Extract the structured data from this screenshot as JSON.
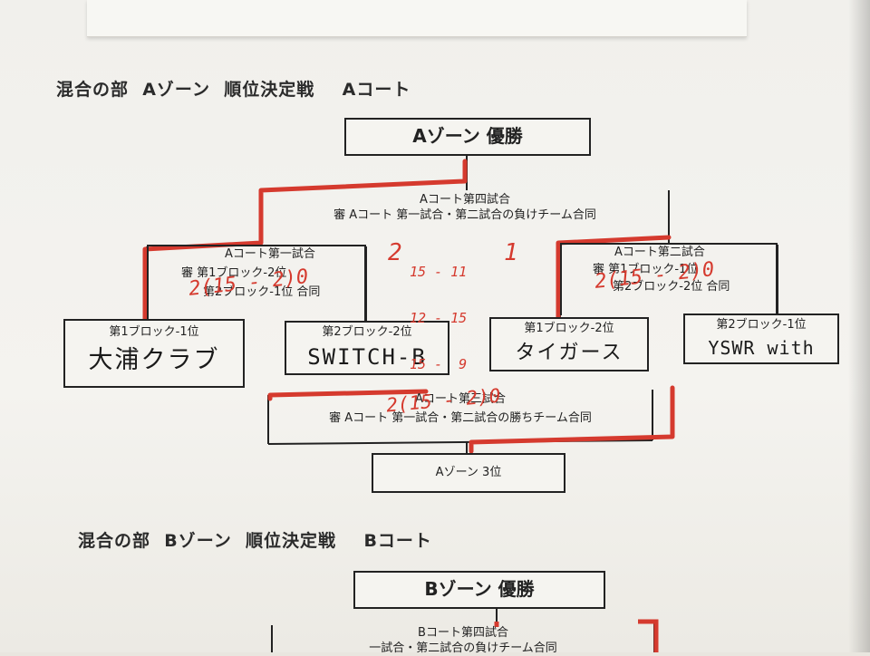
{
  "section_a": {
    "heading": "混合の部  Aゾーン  順位決定戦    Aコート",
    "champion": "Aゾーン  優勝",
    "match4": {
      "title": "Aコート第四試合",
      "referee": "審  Aコート 第一試合・第二試合の負けチーム合同"
    },
    "match1": {
      "title": "Aコート第一試合",
      "line1": "審 第1ブロック-2位",
      "line2": "第2ブロック-1位  合同"
    },
    "match2": {
      "title": "Aコート第二試合",
      "line1": "審 第1ブロック-1位",
      "line2": "第2ブロック-2位  合同"
    },
    "teams": [
      {
        "seed": "第1ブロック-1位",
        "name": "大浦クラブ"
      },
      {
        "seed": "第2ブロック-2位",
        "name": "SWITCH-B"
      },
      {
        "seed": "第1ブロック-2位",
        "name": "タイガース"
      },
      {
        "seed": "第2ブロック-1位",
        "name": "YSWR with"
      }
    ],
    "match3": {
      "title": "Aコート第三試合",
      "referee": "審  Aコート 第一試合・第二試合の勝ちチーム合同"
    },
    "third_place": "Aゾーン  3位",
    "handwritten": {
      "m4_left": "2",
      "m4_scores": [
        "15 - 11",
        "12 - 15",
        "15 -  9"
      ],
      "m4_right": "1",
      "m1_score": "2(15 - 2)0",
      "m2_score": "2(15 - 2)0",
      "m3_score": "2(15 - 2)0"
    }
  },
  "section_b": {
    "heading": "混合の部  Bゾーン  順位決定戦    Bコート",
    "champion": "Bゾーン  優勝",
    "match4_title": "Bコート第四試合",
    "match4_referee_partial": "一試合・第二試合の負けチーム合同"
  },
  "colors": {
    "red_marker": "#d53a2e",
    "ink": "#222222",
    "paper": "#f3f2ee"
  }
}
